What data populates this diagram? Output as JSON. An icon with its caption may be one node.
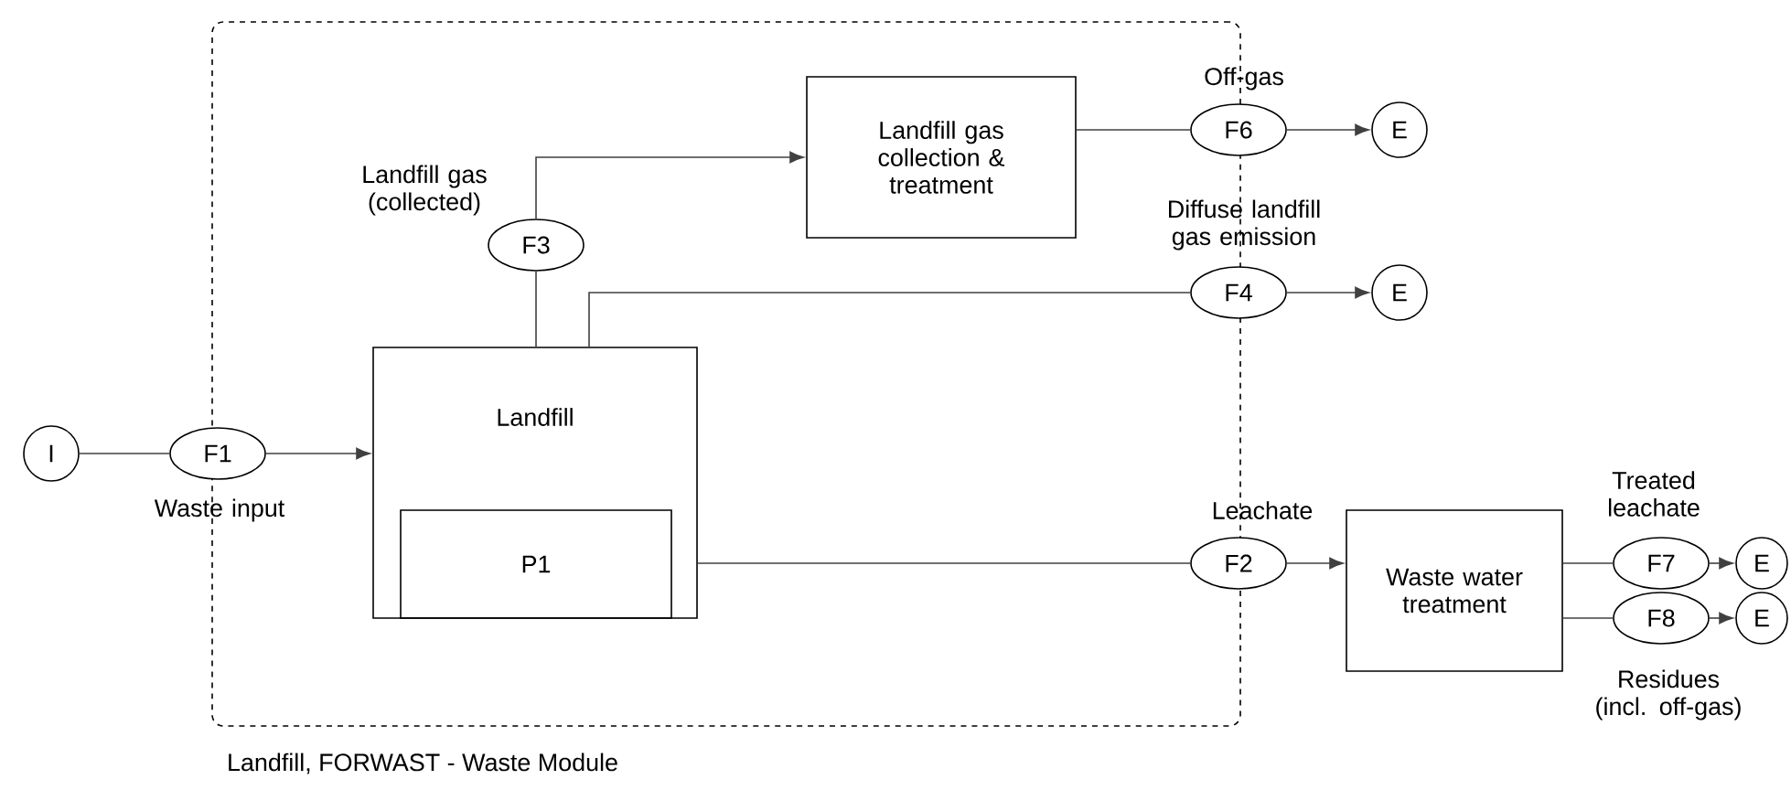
{
  "diagram": {
    "nodes": [
      {
        "text": [
          "Landfill, FORWAST - Waste Module"
        ]
      },
      {
        "text": [
          "I"
        ]
      },
      {
        "text": [
          "F1"
        ],
        "beside": [
          "Waste input"
        ]
      },
      {
        "text": [
          "Landfill"
        ],
        "in": 0
      },
      {
        "text": [
          "P1"
        ],
        "in": 3
      },
      {
        "text": [
          "F3"
        ],
        "in": 0,
        "beside": [
          "Landfill gas (collected)"
        ]
      },
      {
        "text": [
          "Landfill gas collection & treatment"
        ],
        "in": 0
      },
      {
        "text": [
          "F6"
        ],
        "beside": [
          "Off-gas"
        ]
      },
      {
        "text": [
          "E"
        ]
      },
      {
        "text": [
          "F4"
        ],
        "beside": [
          "Diffuse landfill gas emission"
        ]
      },
      {
        "text": [
          "E"
        ]
      },
      {
        "text": [
          "F2"
        ],
        "beside": [
          "Leachate"
        ]
      },
      {
        "text": [
          "Waste water treatment"
        ]
      },
      {
        "text": [
          "F7"
        ],
        "beside": [
          "Treated leachate"
        ]
      },
      {
        "text": [
          "E"
        ]
      },
      {
        "text": [
          "F8"
        ],
        "beside": [
          "Residues (incl. off-gas)"
        ]
      },
      {
        "text": [
          "E"
        ]
      }
    ],
    "edges": [
      {
        "from": 1,
        "to": 2,
        "arrow": "none"
      },
      {
        "from": 2,
        "to": 3,
        "arrow": "to"
      },
      {
        "from": 3,
        "to": 5,
        "arrow": "none"
      },
      {
        "from": 5,
        "to": 6,
        "arrow": "to"
      },
      {
        "from": 6,
        "to": 7,
        "arrow": "none"
      },
      {
        "from": 7,
        "to": 8,
        "arrow": "to"
      },
      {
        "from": 3,
        "to": 9,
        "arrow": "none"
      },
      {
        "from": 9,
        "to": 10,
        "arrow": "to"
      },
      {
        "from": 3,
        "to": 11,
        "arrow": "none"
      },
      {
        "from": 11,
        "to": 12,
        "arrow": "to"
      },
      {
        "from": 12,
        "to": 13,
        "arrow": "none"
      },
      {
        "from": 13,
        "to": 14,
        "arrow": "to"
      },
      {
        "from": 12,
        "to": 15,
        "arrow": "none"
      },
      {
        "from": 15,
        "to": 16,
        "arrow": "to"
      }
    ]
  }
}
